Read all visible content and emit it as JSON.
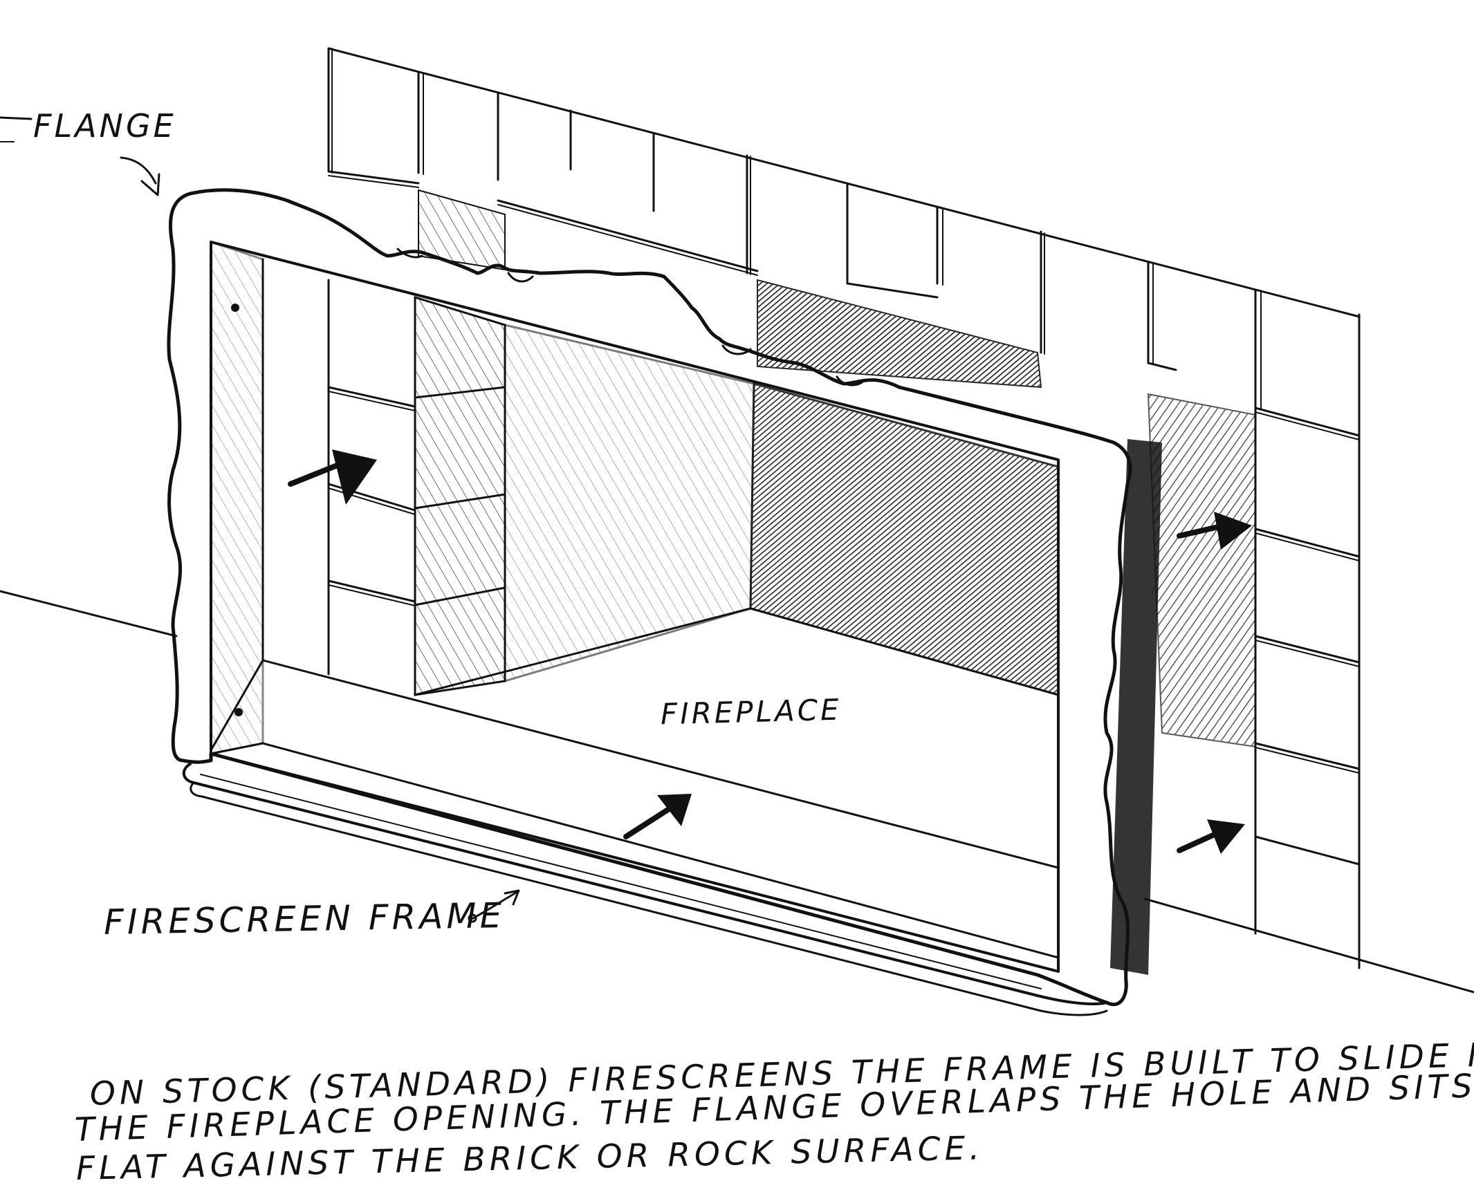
{
  "labels": {
    "flange": "FLANGE",
    "fireplace": "FIREPLACE",
    "firescreen_frame": "FIRESCREEN FRAME"
  },
  "caption": {
    "line1": "ON STOCK (STANDARD) FIRESCREENS THE FRAME IS BUILT TO SLIDE INTO",
    "line2": "THE FIREPLACE OPENING. THE FLANGE OVERLAPS THE HOLE AND SITS",
    "line3": "FLAT AGAINST THE BRICK OR ROCK SURFACE."
  },
  "colors": {
    "ink": "#111111",
    "paper": "#ffffff"
  }
}
